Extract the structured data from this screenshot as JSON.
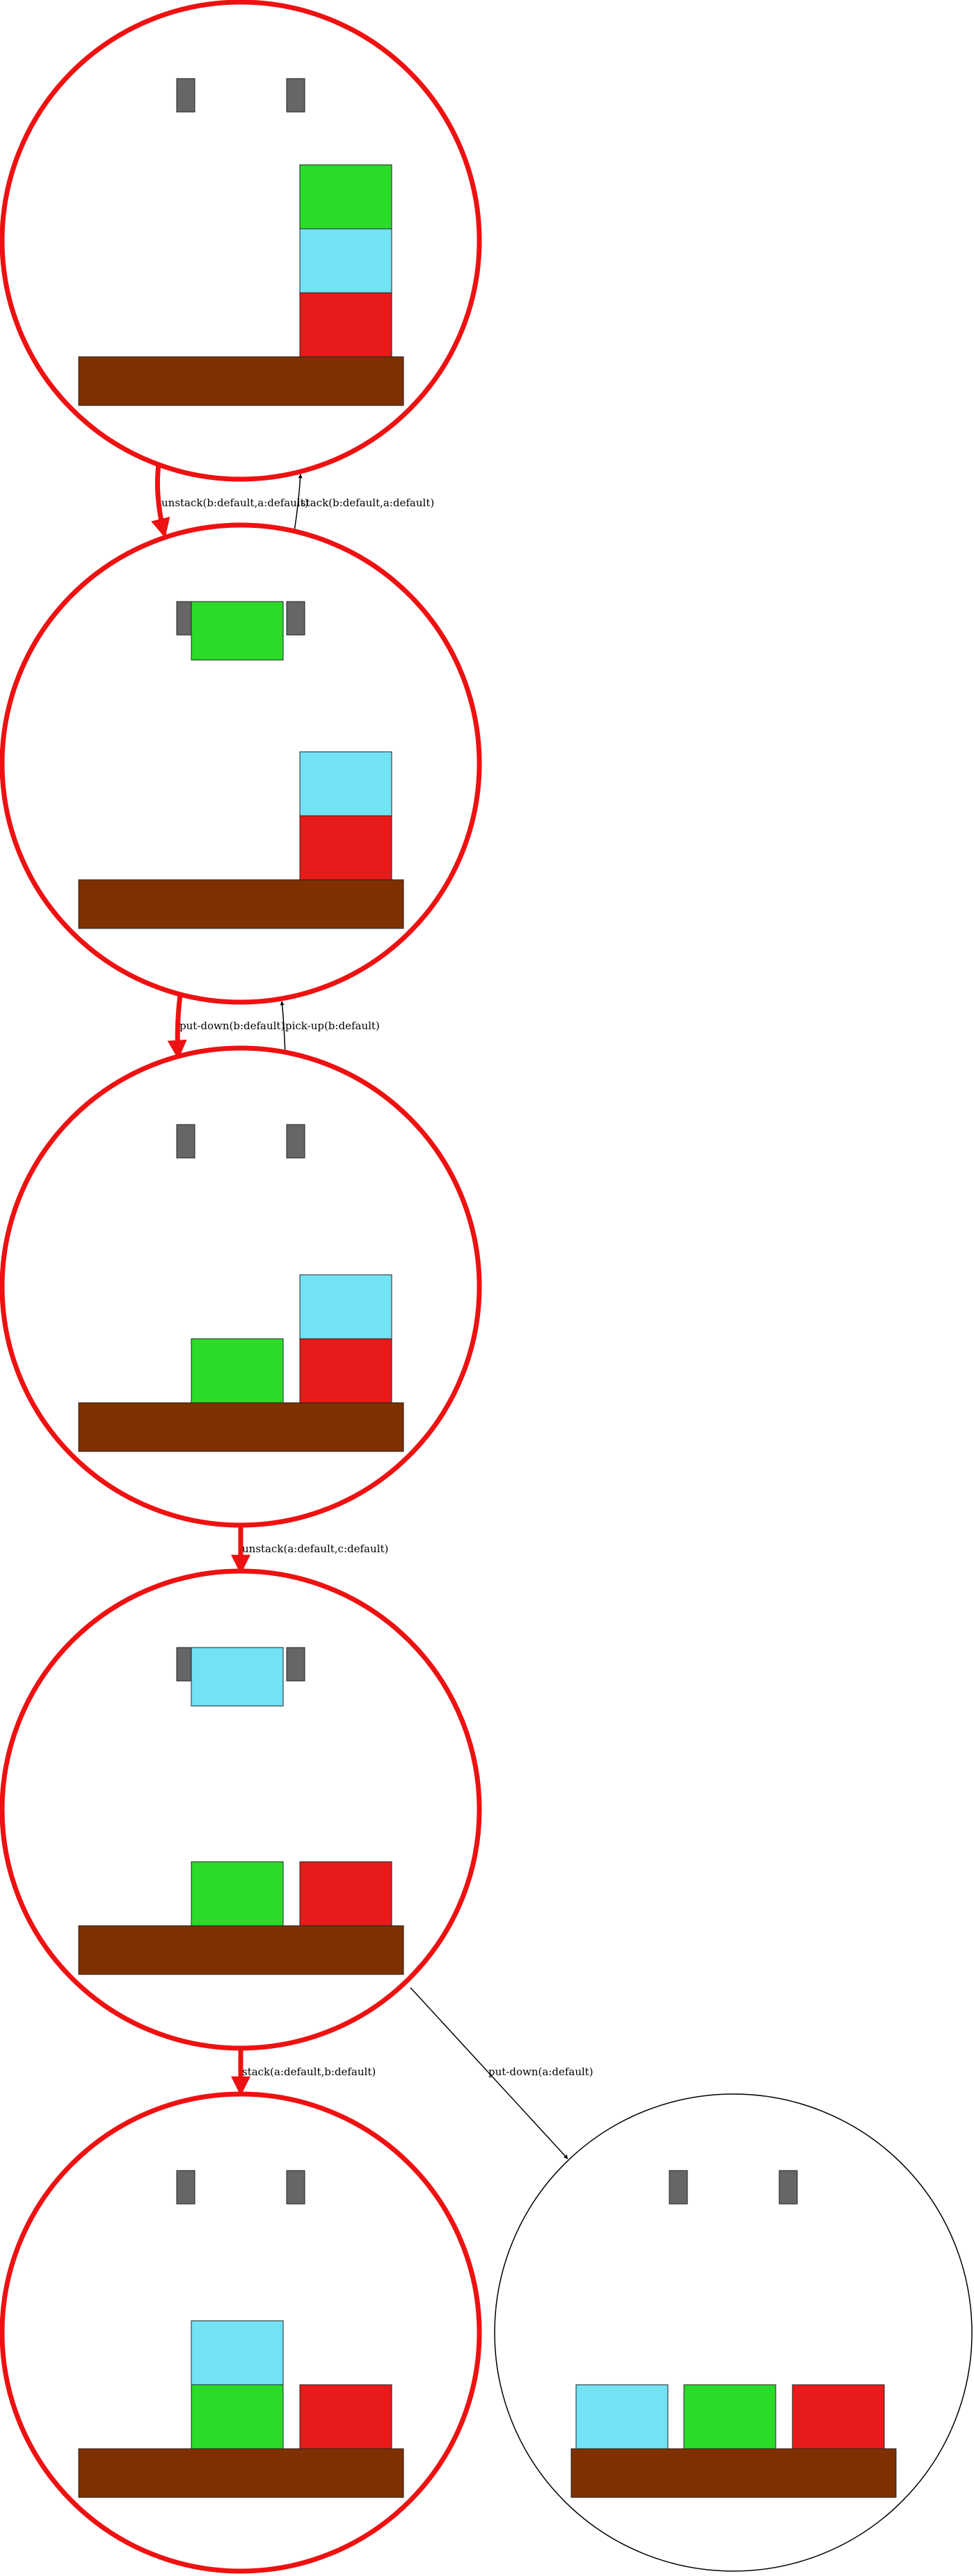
{
  "colors": {
    "highlight": "#ee1111",
    "normal_edge": "#000000",
    "table": "#7f3000",
    "gripper": "#666666",
    "block_green": "#2adb2a",
    "block_cyan": "#72e2f4",
    "block_red": "#e81a1a",
    "outline": "#222222"
  },
  "states": [
    {
      "id": "s1",
      "on_plan_path": true,
      "holding": null,
      "stacks": [
        [],
        [],
        [
          "red",
          "cyan",
          "green"
        ]
      ]
    },
    {
      "id": "s2",
      "on_plan_path": true,
      "holding": "green",
      "stacks": [
        [],
        [],
        [
          "red",
          "cyan"
        ]
      ]
    },
    {
      "id": "s3",
      "on_plan_path": true,
      "holding": null,
      "stacks": [
        [],
        [
          "green"
        ],
        [
          "red",
          "cyan"
        ]
      ]
    },
    {
      "id": "s4",
      "on_plan_path": true,
      "holding": "cyan",
      "stacks": [
        [],
        [
          "green"
        ],
        [
          "red"
        ]
      ]
    },
    {
      "id": "s5",
      "on_plan_path": true,
      "holding": null,
      "stacks": [
        [],
        [
          "green",
          "cyan"
        ],
        [
          "red"
        ]
      ]
    },
    {
      "id": "s6",
      "on_plan_path": false,
      "holding": null,
      "stacks": [
        [
          "cyan"
        ],
        [
          "green"
        ],
        [
          "red"
        ]
      ]
    }
  ],
  "edges": [
    {
      "id": "e1",
      "from": "s1",
      "to": "s2",
      "label": "unstack(b:default,a:default)",
      "on_plan_path": true
    },
    {
      "id": "e2",
      "from": "s2",
      "to": "s1",
      "label": "stack(b:default,a:default)",
      "on_plan_path": false
    },
    {
      "id": "e3",
      "from": "s2",
      "to": "s3",
      "label": "put-down(b:default)",
      "on_plan_path": true
    },
    {
      "id": "e4",
      "from": "s3",
      "to": "s2",
      "label": "pick-up(b:default)",
      "on_plan_path": false
    },
    {
      "id": "e5",
      "from": "s3",
      "to": "s4",
      "label": "unstack(a:default,c:default)",
      "on_plan_path": true
    },
    {
      "id": "e6",
      "from": "s4",
      "to": "s5",
      "label": "stack(a:default,b:default)",
      "on_plan_path": true
    },
    {
      "id": "e7",
      "from": "s4",
      "to": "s6",
      "label": "put-down(a:default)",
      "on_plan_path": false
    }
  ]
}
